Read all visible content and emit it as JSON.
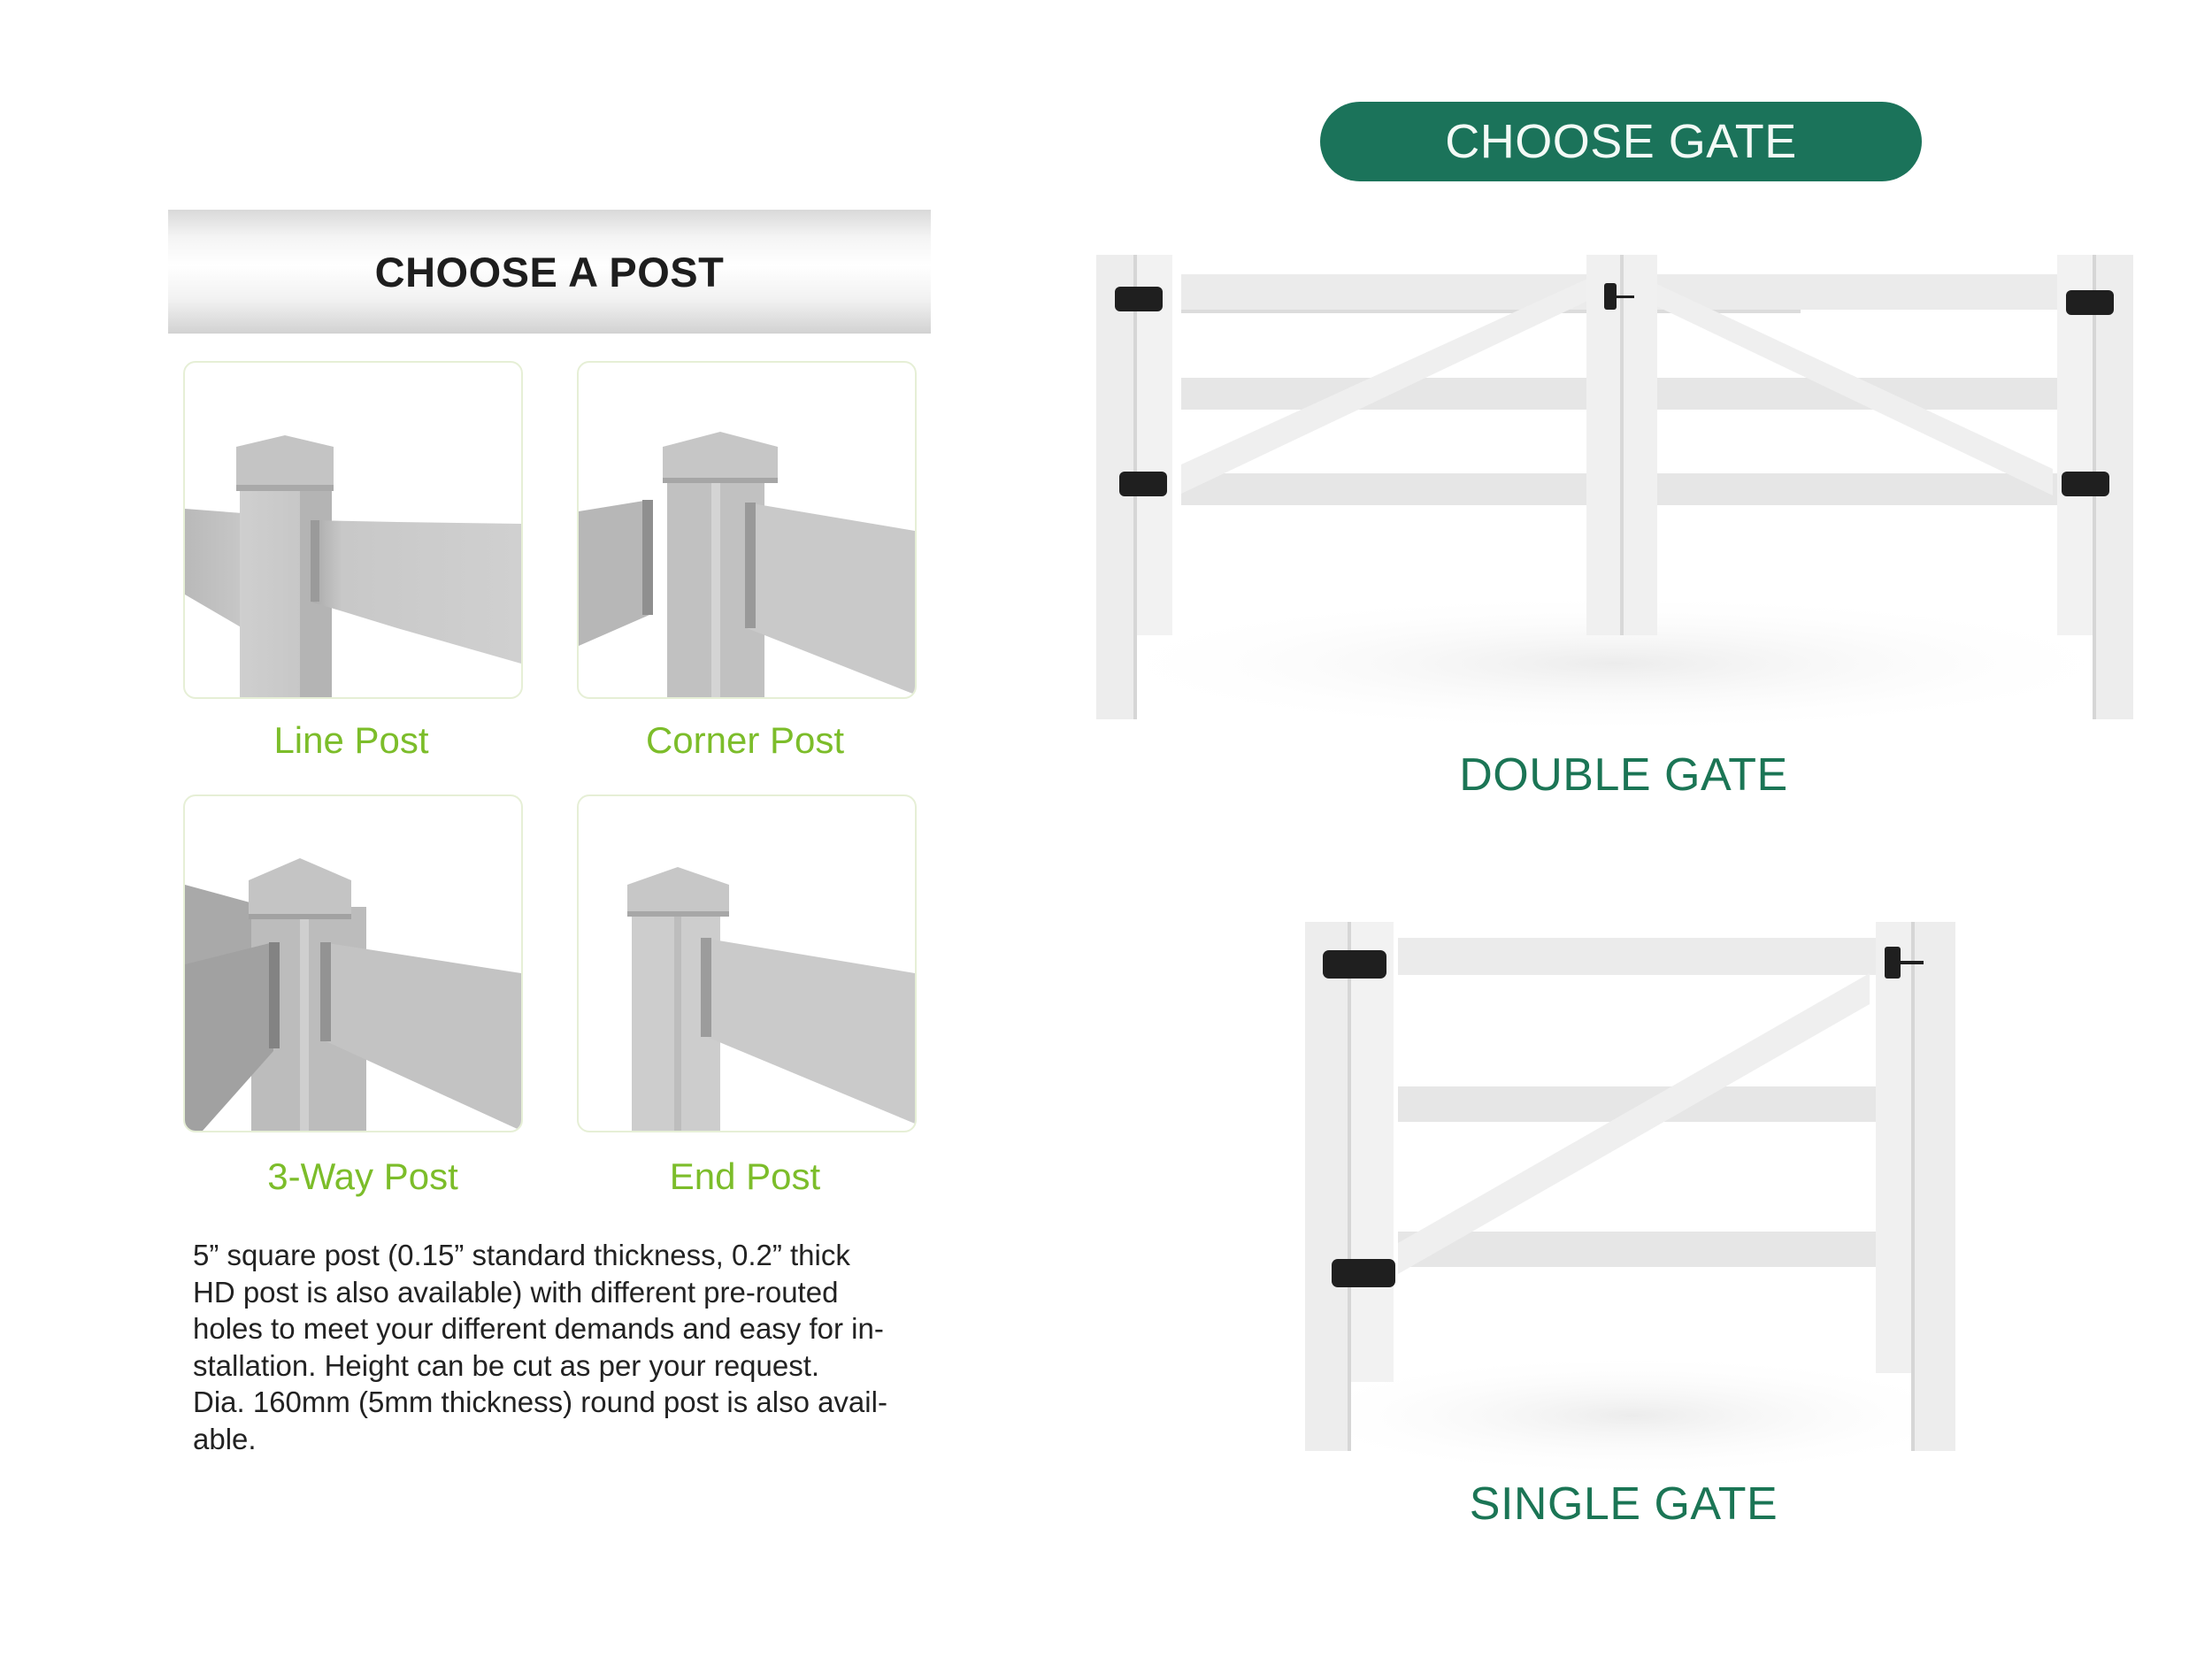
{
  "posts_section": {
    "title": "CHOOSE A POST",
    "options": [
      {
        "label": "Line Post",
        "image": "line-post-image"
      },
      {
        "label": "Corner Post",
        "image": "corner-post-image"
      },
      {
        "label": "3-Way Post",
        "image": "three-way-post-image"
      },
      {
        "label": "End Post",
        "image": "end-post-image"
      }
    ],
    "description_lines": [
      "5” square post (0.15” standard thickness, 0.2” thick",
      "HD post is also available) with different pre-routed",
      "holes to meet your different demands and easy for in-",
      "stallation. Height can be cut as per your request.",
      "Dia. 160mm (5mm thickness) round post is also avail-",
      "able."
    ]
  },
  "gates_section": {
    "title": "CHOOSE GATE",
    "options": [
      {
        "label": "DOUBLE GATE",
        "image": "double-gate-image"
      },
      {
        "label": "SINGLE GATE",
        "image": "single-gate-image"
      }
    ]
  },
  "colors": {
    "gate_pill": "#1b735a",
    "gate_label": "#1b7555",
    "post_label": "#7cbd2a",
    "header_text": "#1e1e1e",
    "body_text": "#222222",
    "card_border": "#e6efd6",
    "vinyl_light": "#f1f1f1",
    "vinyl_shadow": "#d8d8d8",
    "hardware": "#1f1f1f"
  }
}
